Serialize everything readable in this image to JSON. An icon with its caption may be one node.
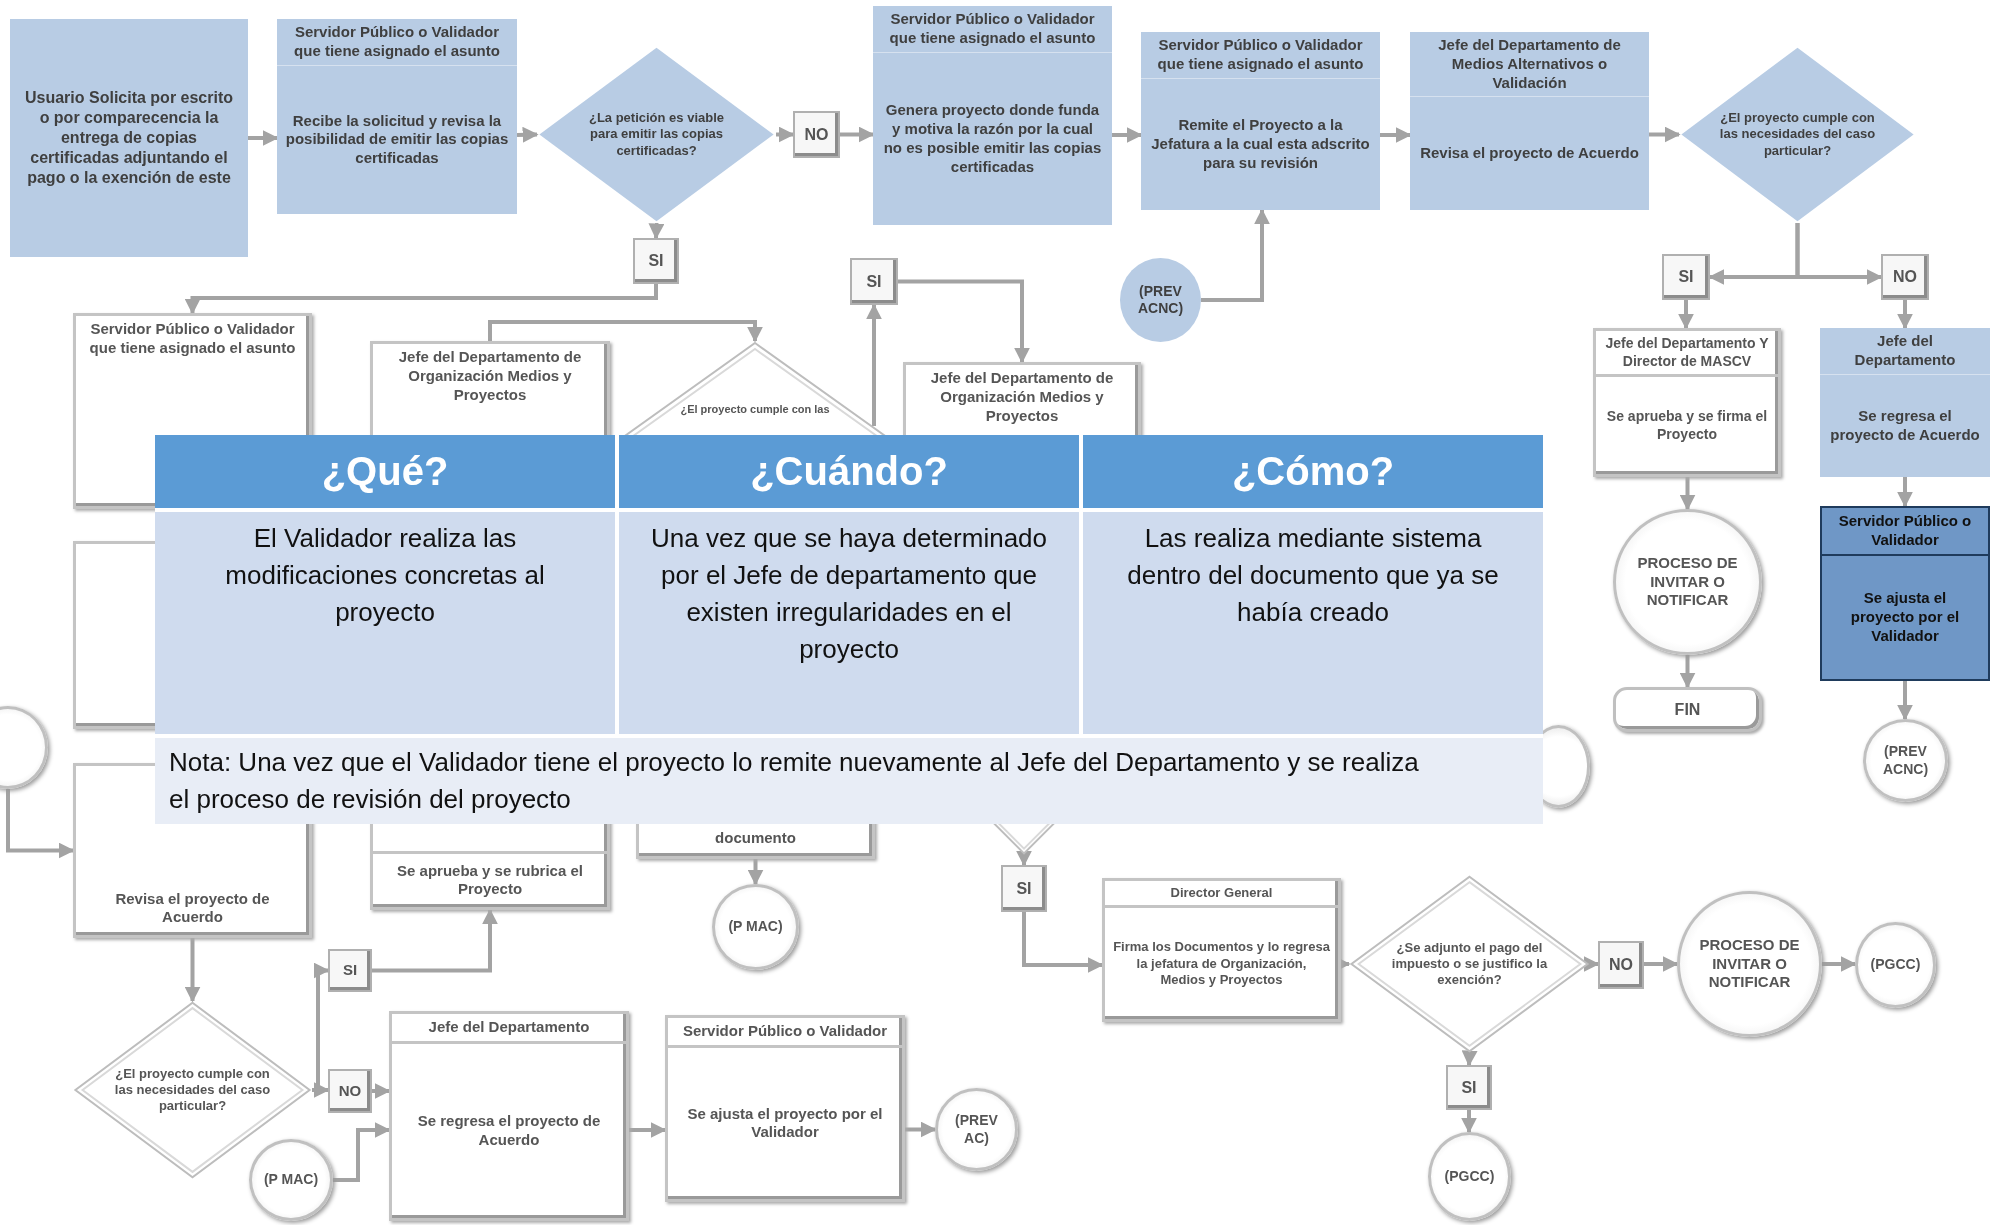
{
  "diagram": {
    "nodes": [
      {
        "text": [
          "Usuario Solicita por escrito o por comparecencia la entrega de copias certificadas adjuntando el pago o la exención de este"
        ]
      },
      {
        "text": [
          "Servidor Público o Validador que tiene asignado el asunto",
          "Recibe la solicitud y revisa la posibilidad de emitir las copias certificadas"
        ]
      },
      {
        "text": [
          "¿La petición es viable para emitir las copias certificadas?"
        ]
      },
      {
        "text": [
          "NO"
        ]
      },
      {
        "text": [
          "Servidor Público o Validador que tiene asignado el asunto",
          "Genera proyecto donde funda y motiva la razón por la cual no es posible emitir las copias certificadas"
        ]
      },
      {
        "text": [
          "Servidor Público o Validador que tiene asignado el asunto",
          "Remite el Proyecto a la Jefatura a la cual esta adscrito para su revisión"
        ]
      },
      {
        "text": [
          "Jefe del Departamento de Medios Alternativos o Validación",
          "Revisa el proyecto de Acuerdo"
        ]
      },
      {
        "text": [
          "¿El proyecto cumple con las necesidades del caso particular?"
        ]
      },
      {
        "text": [
          "SI"
        ]
      },
      {
        "text": [
          "(PREV ACNC)"
        ]
      },
      {
        "text": [
          "SI"
        ]
      },
      {
        "text": [
          "SI"
        ]
      },
      {
        "text": [
          "NO"
        ]
      },
      {
        "text": [
          "Servidor Público o Validador que tiene asignado el asunto"
        ]
      },
      {
        "text": [
          "Jefe del Departamento de Organización Medios y Proyectos",
          "Se aprueba y se rubrica el Proyecto"
        ]
      },
      {
        "text": [
          "¿El proyecto cumple con las"
        ]
      },
      {
        "text": [
          "Jefe del Departamento de Organización Medios y Proyectos"
        ]
      },
      {
        "text": [
          "documento"
        ]
      },
      {
        "text": [
          "(P MAC)"
        ]
      },
      {
        "text": [],
        "shape": "box"
      },
      {
        "text": [],
        "shape": "circle"
      },
      {
        "text": [
          "Revisa el proyecto de Acuerdo"
        ]
      },
      {
        "text": [
          "¿El proyecto cumple con las necesidades del caso particular?"
        ]
      },
      {
        "text": [
          "SI"
        ]
      },
      {
        "text": [
          "NO"
        ]
      },
      {
        "text": [
          "(P MAC)"
        ]
      },
      {
        "text": [
          "Jefe del Departamento",
          "Se regresa el proyecto de Acuerdo"
        ]
      },
      {
        "text": [
          "Servidor Público o Validador",
          "Se ajusta el proyecto por el Validador"
        ]
      },
      {
        "text": [
          "(PREV AC)"
        ]
      },
      {
        "text": [],
        "shape": "diamond"
      },
      {
        "text": [
          "SI"
        ]
      },
      {
        "text": [
          "Director General",
          "Firma los Documentos y lo regresa la jefatura de Organización, Medios y Proyectos"
        ]
      },
      {
        "text": [
          "¿Se adjunto el pago del impuesto o se justifico la exención?"
        ]
      },
      {
        "text": [
          "NO"
        ]
      },
      {
        "text": [
          "PROCESO DE INVITAR O NOTIFICAR"
        ]
      },
      {
        "text": [
          "(PGCC)"
        ]
      },
      {
        "text": [
          "SI"
        ]
      },
      {
        "text": [
          "(PGCC)"
        ]
      },
      {
        "text": [],
        "shape": "circle"
      },
      {
        "text": [
          "Jefe del Departamento Y Director de MASCV",
          "Se aprueba y se firma el Proyecto"
        ]
      },
      {
        "text": [
          "PROCESO DE INVITAR O NOTIFICAR"
        ]
      },
      {
        "text": [
          "FIN"
        ]
      },
      {
        "text": [
          "Jefe del Departamento",
          "Se regresa el proyecto de Acuerdo"
        ]
      },
      {
        "text": [
          "Servidor Público o Validador",
          "Se ajusta el proyecto por el Validador"
        ]
      },
      {
        "text": [
          "(PREV ACNC)"
        ]
      }
    ],
    "edges": [
      {
        "from": 0,
        "to": 1,
        "arrow": "to"
      },
      {
        "from": 1,
        "to": 2,
        "arrow": "to"
      },
      {
        "from": 2,
        "to": 3,
        "arrow": "to"
      },
      {
        "from": 3,
        "to": 4,
        "arrow": "to"
      },
      {
        "from": 4,
        "to": 5,
        "arrow": "to"
      },
      {
        "from": 9,
        "to": 5,
        "arrow": "to"
      },
      {
        "from": 5,
        "to": 6,
        "arrow": "to"
      },
      {
        "from": 6,
        "to": 7,
        "arrow": "to"
      },
      {
        "from": 2,
        "to": 8,
        "arrow": "to"
      },
      {
        "from": 8,
        "to": 13,
        "arrow": "to"
      },
      {
        "from": 14,
        "to": 15,
        "arrow": "to"
      },
      {
        "from": 15,
        "to": 10,
        "arrow": "to"
      },
      {
        "from": 10,
        "to": 16,
        "arrow": "to"
      },
      {
        "from": 7,
        "to": 11,
        "arrow": "to"
      },
      {
        "from": 7,
        "to": 12,
        "arrow": "to"
      },
      {
        "from": 11,
        "to": 39,
        "arrow": "to"
      },
      {
        "from": 12,
        "to": 42,
        "arrow": "to"
      },
      {
        "from": 39,
        "to": 40,
        "arrow": "to"
      },
      {
        "from": 40,
        "to": 41,
        "arrow": "to"
      },
      {
        "from": 42,
        "to": 43,
        "arrow": "to"
      },
      {
        "from": 43,
        "to": 44,
        "arrow": "to"
      },
      {
        "from": 17,
        "to": 18,
        "arrow": "to"
      },
      {
        "from": 20,
        "to": 21,
        "arrow": "to"
      },
      {
        "from": 21,
        "to": 22,
        "arrow": "to"
      },
      {
        "from": 22,
        "to": 23,
        "arrow": "to"
      },
      {
        "from": 22,
        "to": 24,
        "arrow": "to"
      },
      {
        "from": 23,
        "to": 14,
        "arrow": "to"
      },
      {
        "from": 24,
        "to": 26,
        "arrow": "to"
      },
      {
        "from": 25,
        "to": 26,
        "arrow": "to"
      },
      {
        "from": 26,
        "to": 27,
        "arrow": "to"
      },
      {
        "from": 27,
        "to": 28,
        "arrow": "to"
      },
      {
        "from": 29,
        "to": 30,
        "arrow": "to"
      },
      {
        "from": 30,
        "to": 31,
        "arrow": "to"
      },
      {
        "from": 31,
        "to": 32,
        "arrow": "to"
      },
      {
        "from": 32,
        "to": 33,
        "arrow": "to"
      },
      {
        "from": 33,
        "to": 34,
        "arrow": "to"
      },
      {
        "from": 34,
        "to": 35,
        "arrow": "to"
      },
      {
        "from": 32,
        "to": 36,
        "arrow": "to"
      },
      {
        "from": 36,
        "to": 37,
        "arrow": "to"
      }
    ],
    "labels": [
      "¿Qué?",
      "¿Cuándo?",
      "¿Cómo?",
      "El Validador realiza las modificaciones concretas al proyecto",
      "Una vez que se haya determinado por el Jefe de departamento que existen irregularidades en el proyecto",
      "Las realiza mediante sistema dentro del documento que ya se había creado",
      "Nota: Una vez que el Validador tiene el proyecto lo remite nuevamente al Jefe del Departamento y se realiza el proceso de revisión del proyecto"
    ]
  }
}
